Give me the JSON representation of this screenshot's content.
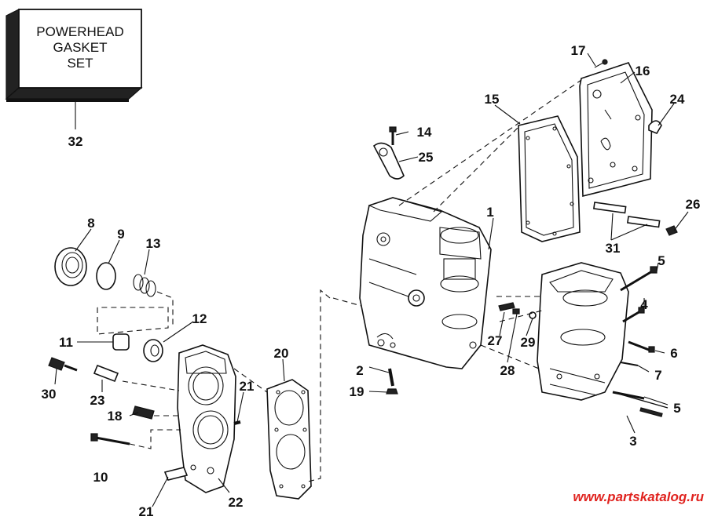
{
  "gasket_set_box": {
    "line1": "POWERHEAD",
    "line2": "GASKET",
    "line3": "SET"
  },
  "callouts": {
    "c1": "1",
    "c2": "2",
    "c3": "3",
    "c4": "4",
    "c5a": "5",
    "c5b": "5",
    "c6": "6",
    "c7": "7",
    "c8": "8",
    "c9": "9",
    "c10": "10",
    "c11": "11",
    "c12": "12",
    "c13": "13",
    "c14": "14",
    "c15": "15",
    "c16": "16",
    "c17": "17",
    "c18": "18",
    "c19": "19",
    "c20": "20",
    "c21a": "21",
    "c21b": "21",
    "c22": "22",
    "c23": "23",
    "c24": "24",
    "c25": "25",
    "c26": "26",
    "c27": "27",
    "c28": "28",
    "c29": "29",
    "c30": "30",
    "c31": "31",
    "c32": "32"
  },
  "watermark": "www.partskatalog.ru"
}
